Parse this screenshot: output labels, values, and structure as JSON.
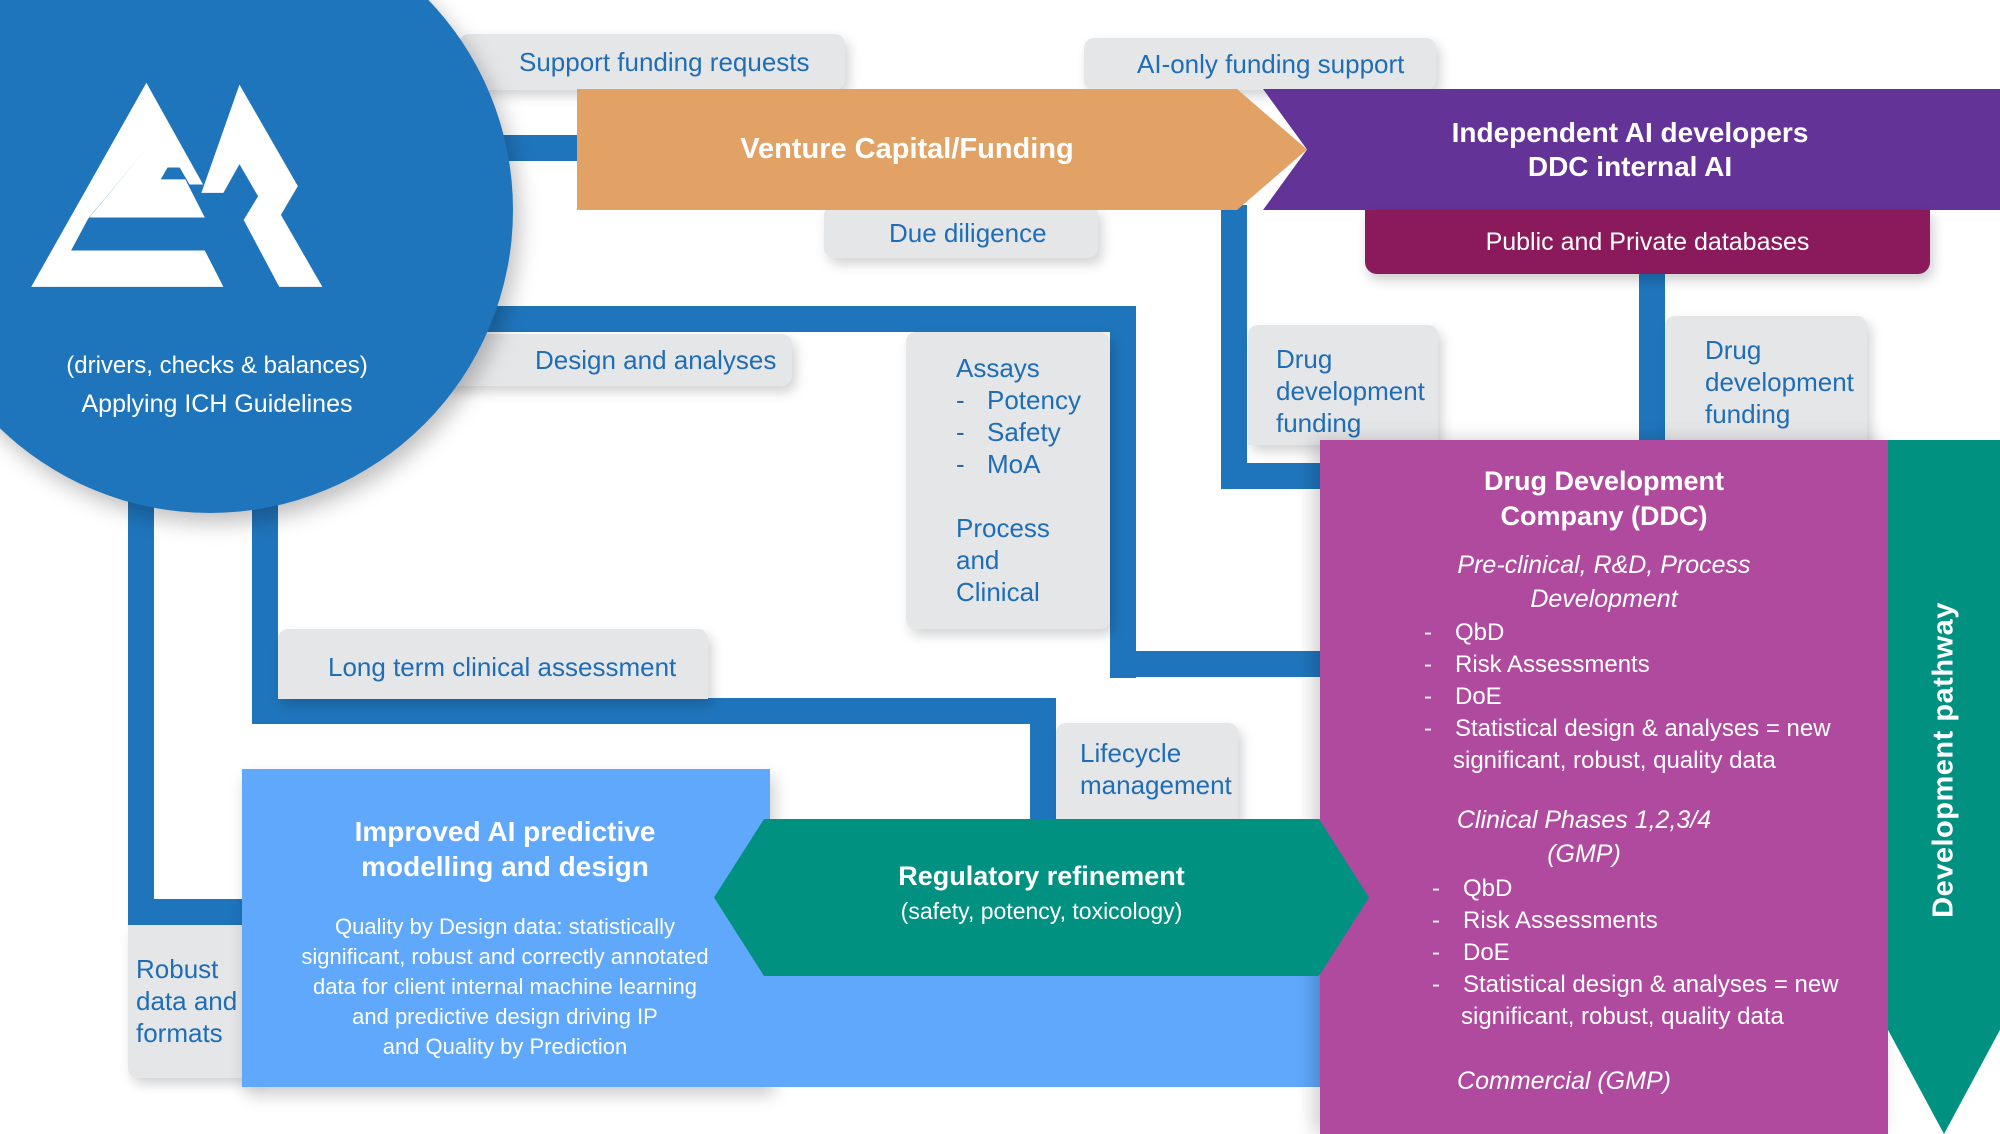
{
  "hub": {
    "subtitle": "(drivers, checks & balances)",
    "title": "Applying ICH Guidelines",
    "logo": "mountain-logo-icon"
  },
  "top_labels": {
    "support_funding": "Support funding requests",
    "ai_only_funding": "AI-only funding support",
    "due_diligence": "Due diligence",
    "design_analyses": "Design and analyses"
  },
  "venture": {
    "label": "Venture Capital/Funding"
  },
  "ai_developers": {
    "line1": "Independent AI developers",
    "line2": "DDC internal AI"
  },
  "databases": {
    "label": "Public and Private databases"
  },
  "assays": {
    "heading": "Assays",
    "items": [
      "Potency",
      "Safety",
      "MoA"
    ],
    "footer": [
      "Process",
      "and",
      "Clinical"
    ]
  },
  "drug_funding_1": [
    "Drug",
    "development",
    "funding"
  ],
  "drug_funding_2": [
    "Drug",
    "development",
    "funding"
  ],
  "long_term": "Long term clinical assessment",
  "lifecycle": [
    "Lifecycle",
    "management"
  ],
  "robust": [
    "Robust",
    "data and",
    "formats"
  ],
  "improved_ai": {
    "title1": "Improved AI predictive",
    "title2": "modelling and design",
    "body": [
      "Quality by Design data: statistically",
      "significant, robust and correctly annotated",
      "data for client internal machine learning",
      "and predictive design driving IP",
      "and Quality by Prediction"
    ]
  },
  "regulatory": {
    "title": "Regulatory refinement",
    "subtitle": "(safety, potency, toxicology)"
  },
  "ddc": {
    "title1": "Drug Development",
    "title2": "Company (DDC)",
    "phase1_title1": "Pre-clinical, R&D, Process",
    "phase1_title2": "Development",
    "phase1_items": [
      "QbD",
      "Risk Assessments",
      "DoE",
      "Statistical design & analyses = new",
      "significant, robust, quality data"
    ],
    "phase2_title1": "Clinical Phases 1,2,3/4",
    "phase2_title2": "(GMP)",
    "phase2_items": [
      "QbD",
      "Risk Assessments",
      "DoE",
      "Statistical design & analyses = new",
      "significant, robust, quality data"
    ],
    "phase3_title": "Commercial (GMP)"
  },
  "pathway": {
    "label": "Development pathway"
  },
  "colors": {
    "connector_blue": "#1f75bc",
    "venture_orange": "#e2a265",
    "ai_purple": "#643398",
    "database_maroon": "#8a1a5c",
    "ddc_magenta": "#b04a9f",
    "teal": "#009180",
    "light_blue": "#5fa8fb",
    "card_grey": "#e5e6e8"
  }
}
